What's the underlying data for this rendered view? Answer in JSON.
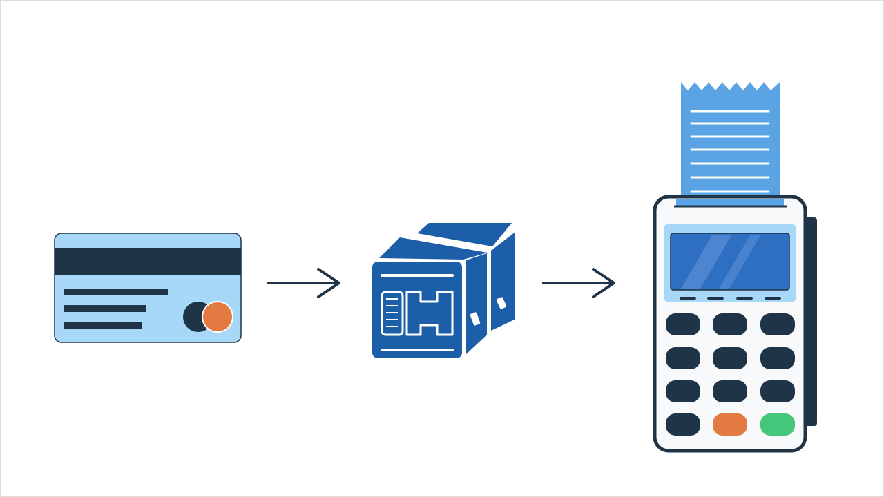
{
  "diagram": {
    "nodes": [
      {
        "id": "card",
        "icon": "credit-card-icon"
      },
      {
        "id": "package",
        "icon": "package-box-icon"
      },
      {
        "id": "terminal",
        "icon": "payment-terminal-icon"
      }
    ],
    "edges": [
      {
        "from": "card",
        "to": "package"
      },
      {
        "from": "package",
        "to": "terminal"
      }
    ]
  },
  "colors": {
    "card_fill": "#a8d8f7",
    "dark": "#1f3446",
    "orange": "#e27a42",
    "green": "#45c77b",
    "box_blue": "#1d5ea8",
    "receipt_blue": "#5aa4e6",
    "screen_blue": "#2f6fc2",
    "screen_frame": "#a8d8f7",
    "terminal_body": "#f7f9fb"
  }
}
